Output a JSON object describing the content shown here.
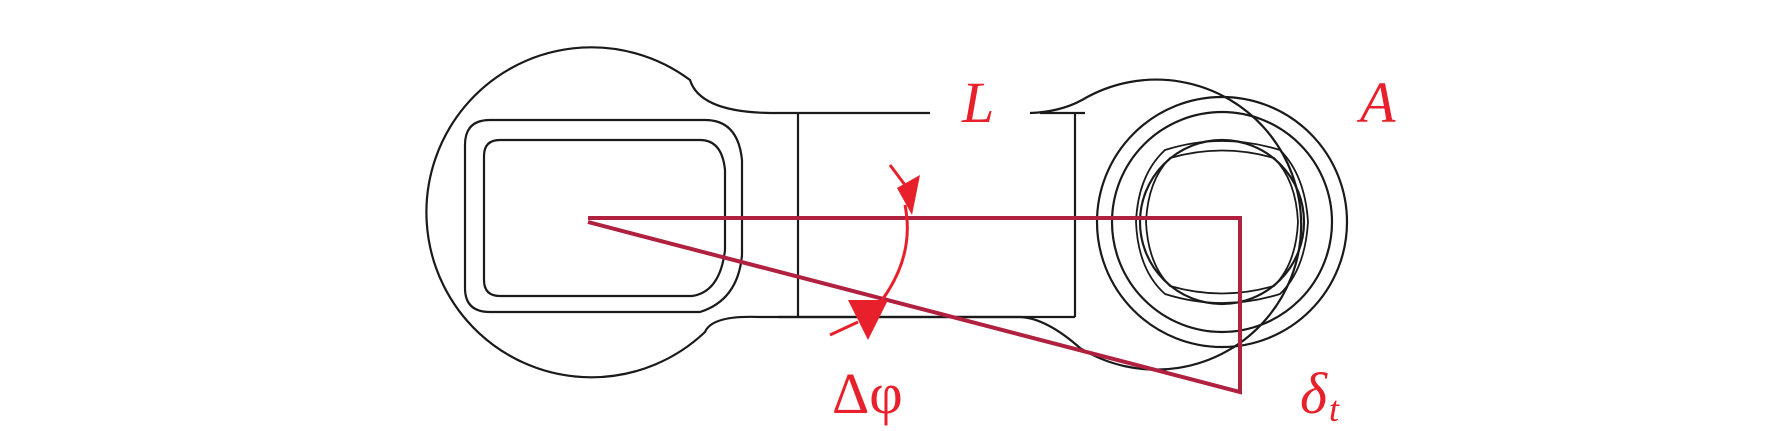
{
  "labels": {
    "length": "L",
    "point": "A",
    "angle": "Δφ",
    "deflection_symbol": "δ",
    "deflection_subscript": "t"
  },
  "colors": {
    "outline": "#1a1a1a",
    "ray": "#b0203f",
    "annotation": "#e8202b"
  }
}
